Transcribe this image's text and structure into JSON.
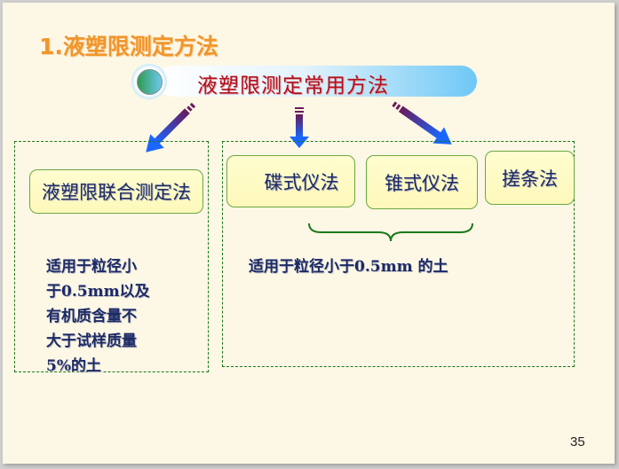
{
  "slide": {
    "title": "1.液塑限测定方法",
    "banner": "液塑限测定常用方法",
    "left_group": {
      "method": "液塑限联合测定法",
      "description_lines": [
        "适用于粒径小",
        "于0.5mm以及",
        "有机质含量不",
        "大于试样质量",
        "5%的土"
      ]
    },
    "right_group": {
      "methods": [
        "碟式仪法",
        "锥式仪法",
        "搓条法"
      ],
      "description": "适用于粒径小于0.5mm 的土"
    },
    "page_number": "35"
  },
  "colors": {
    "title": "#f0962c",
    "banner_text": "#b4101e",
    "body_text": "#1c2a66",
    "dash_border": "#1a7a1a",
    "box_border": "#6aa940",
    "background": "#fdf7e6"
  }
}
